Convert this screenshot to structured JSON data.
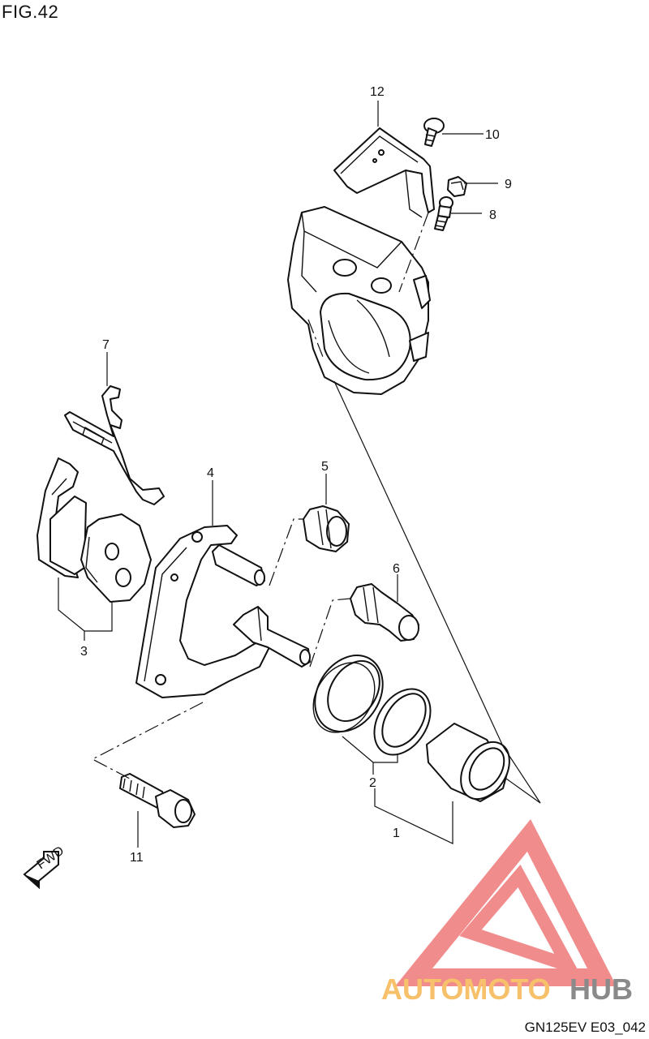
{
  "figure_title": "FIG.42",
  "drawing_code": "GN125EV E03_042",
  "fwd_label": "FWD",
  "watermark": {
    "text_a": "AUTOMOTO",
    "text_b": "HUB",
    "color_a": "#f7c06a",
    "color_b": "#8a8a8a",
    "logo_color": "#f08080"
  },
  "callouts": [
    "1",
    "2",
    "3",
    "4",
    "5",
    "6",
    "7",
    "8",
    "9",
    "10",
    "11",
    "12"
  ]
}
